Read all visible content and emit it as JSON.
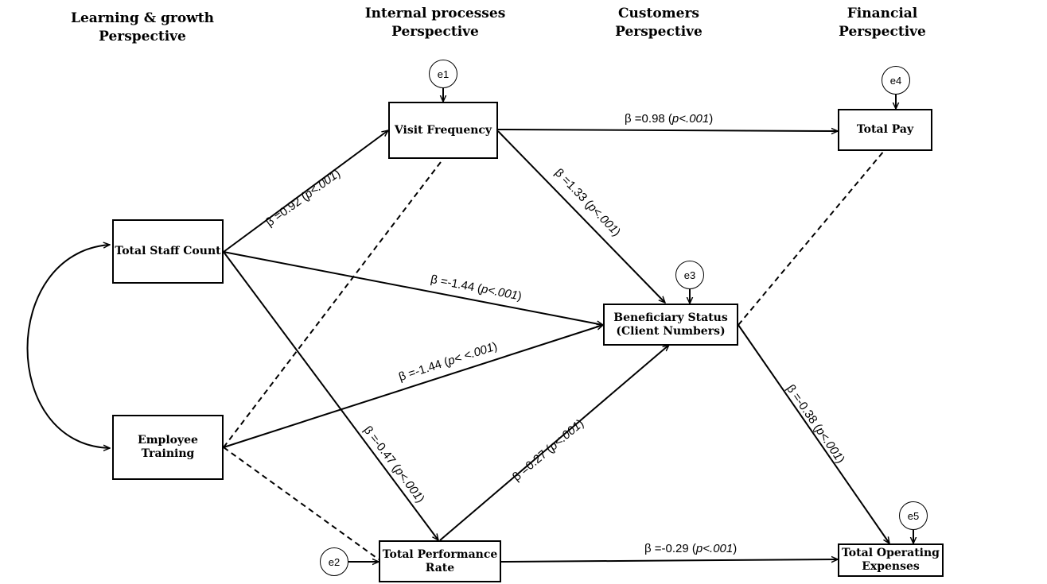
{
  "headers": {
    "learning": [
      "Learning & growth",
      "Perspective"
    ],
    "internal": [
      "Internal processes",
      "Perspective"
    ],
    "customers": [
      "Customers",
      "Perspective"
    ],
    "financial": [
      "Financial",
      "Perspective"
    ]
  },
  "nodes": {
    "staff": [
      "Total Staff Count"
    ],
    "training": [
      "Employee",
      "Training"
    ],
    "visit": [
      "Visit Frequency"
    ],
    "performance": [
      "Total Performance",
      "Rate"
    ],
    "beneficiary": [
      "Beneficiary Status",
      "(Client Numbers)"
    ],
    "pay": [
      "Total Pay"
    ],
    "expenses": [
      "Total Operating",
      "Expenses"
    ]
  },
  "errors": {
    "e1": "e1",
    "e2": "e2",
    "e3": "e3",
    "e4": "e4",
    "e5": "e5"
  },
  "paths": {
    "staff_visit": {
      "beta": "β =0.92",
      "p": "p<.001"
    },
    "visit_pay": {
      "beta": "β =0.98",
      "p": "p<.001"
    },
    "visit_beneficiary": {
      "beta": "β =1.33",
      "p": "p<.001"
    },
    "staff_beneficiary": {
      "beta": "β =-1.44",
      "p": "p<.001"
    },
    "training_beneficiary": {
      "beta": "β =-1.44",
      "p": "p< <.001"
    },
    "staff_performance": {
      "beta": "β =-0.47",
      "p": "p<.001"
    },
    "performance_beneficiary": {
      "beta": "β =0.27",
      "p": "p<.001"
    },
    "beneficiary_expenses": {
      "beta": "β =-0.38",
      "p": "p<.001"
    },
    "performance_expenses": {
      "beta": "β =-0.29",
      "p": "p<.001"
    }
  }
}
